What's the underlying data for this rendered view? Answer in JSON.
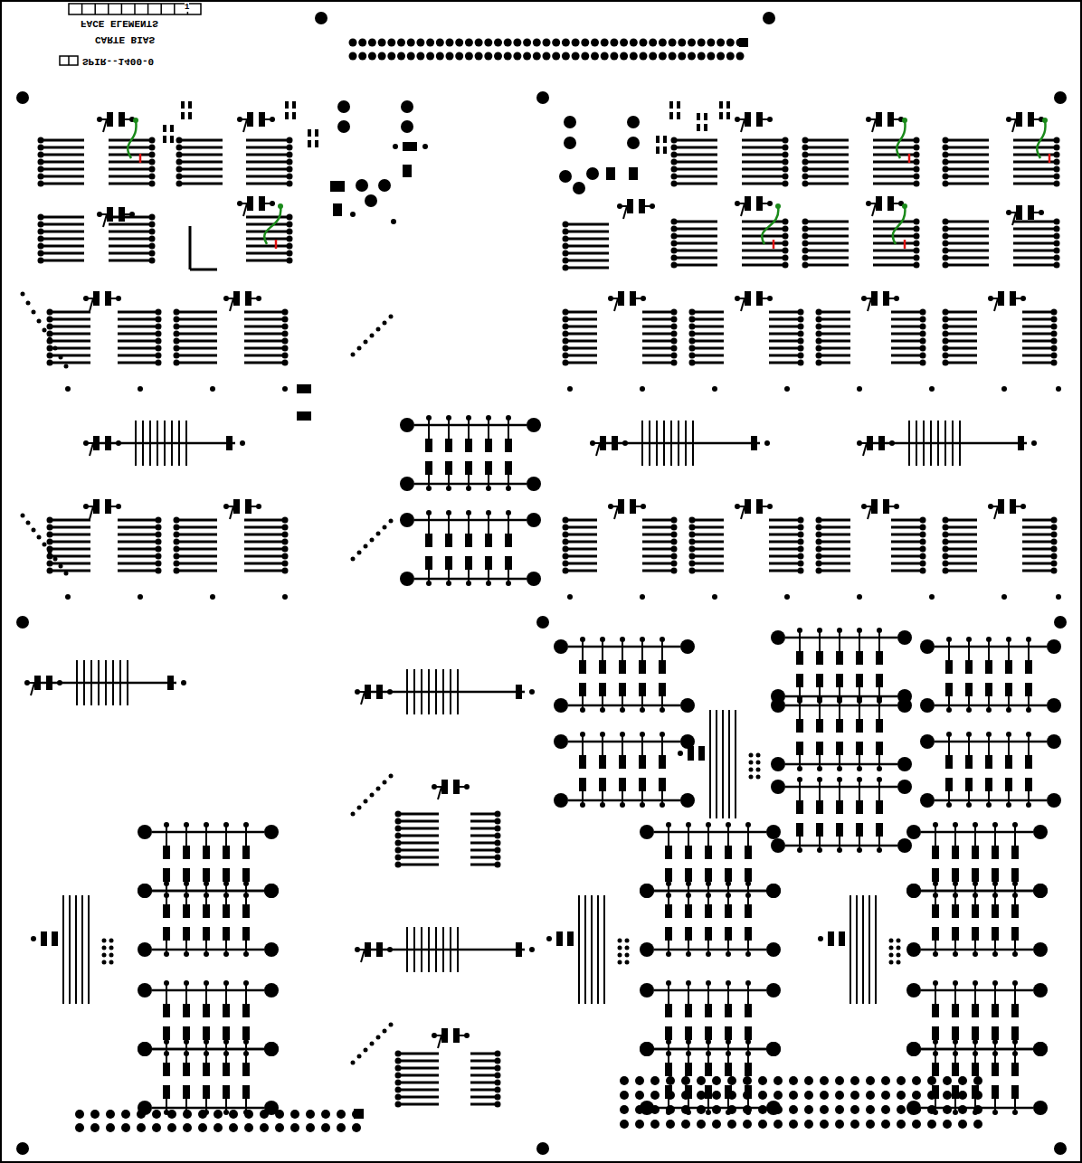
{
  "diagram": {
    "labels": [
      "1",
      "FACE ELEMENTS",
      "CARTE BIAS",
      "SPIR--1400-0"
    ]
  }
}
